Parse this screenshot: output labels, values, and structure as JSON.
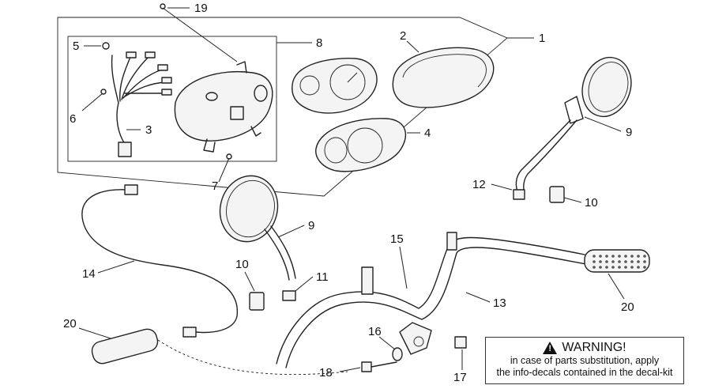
{
  "callouts": [
    {
      "id": "c19",
      "text": "19"
    },
    {
      "id": "c8",
      "text": "8"
    },
    {
      "id": "c5",
      "text": "5"
    },
    {
      "id": "c2",
      "text": "2"
    },
    {
      "id": "c1",
      "text": "1"
    },
    {
      "id": "c6",
      "text": "6"
    },
    {
      "id": "c3",
      "text": "3"
    },
    {
      "id": "c4",
      "text": "4"
    },
    {
      "id": "c9a",
      "text": "9"
    },
    {
      "id": "c7",
      "text": "7"
    },
    {
      "id": "c12",
      "text": "12"
    },
    {
      "id": "c10a",
      "text": "10"
    },
    {
      "id": "c9b",
      "text": "9"
    },
    {
      "id": "c15",
      "text": "15"
    },
    {
      "id": "c14",
      "text": "14"
    },
    {
      "id": "c10b",
      "text": "10"
    },
    {
      "id": "c11",
      "text": "11"
    },
    {
      "id": "c13",
      "text": "13"
    },
    {
      "id": "c20a",
      "text": "20"
    },
    {
      "id": "c20b",
      "text": "20"
    },
    {
      "id": "c16",
      "text": "16"
    },
    {
      "id": "c18",
      "text": "18"
    },
    {
      "id": "c17",
      "text": "17"
    }
  ],
  "warning": {
    "title": "WARNING!",
    "line1": "in case of parts substitution, apply",
    "line2": "the info-decals contained in the decal-kit",
    "icon": "warning-triangle-icon"
  }
}
